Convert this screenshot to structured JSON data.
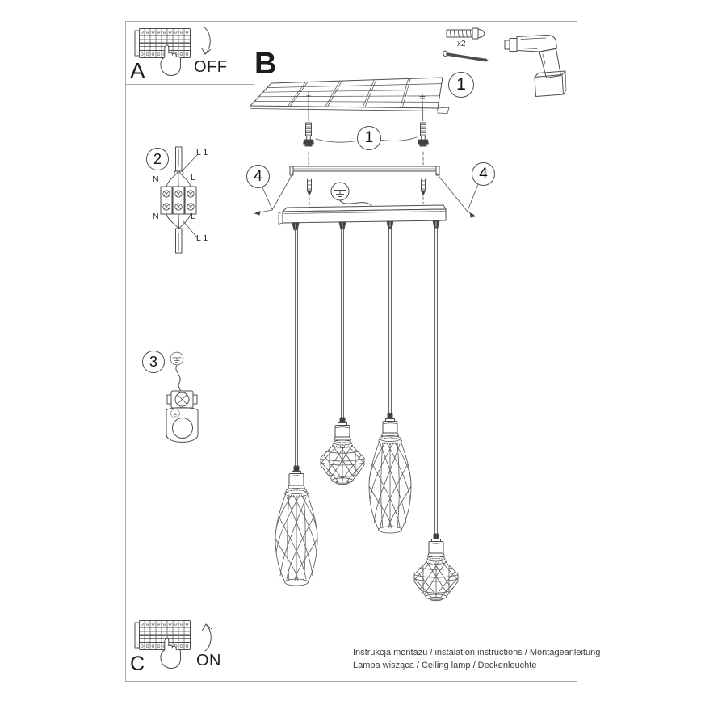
{
  "steps": {
    "a_label": "A",
    "a_action": "OFF",
    "b_label": "B",
    "c_label": "C",
    "c_action": "ON"
  },
  "parts": {
    "callout": "1",
    "anchor_qty": "x2"
  },
  "callouts": {
    "screws": "1",
    "canopy_left": "4",
    "canopy_right": "4",
    "wiring": "2",
    "ground_clamp": "3"
  },
  "wiring_labels": {
    "line1_top": "L 1",
    "top_neutral": "N",
    "top_live": "L",
    "bottom_neutral": "N",
    "bottom_live": "L",
    "line1_bottom": "L 1"
  },
  "footer": {
    "line1": "Instrukcja montażu / instalation instructions / Montageanleitung",
    "line2": "Lampa wisząca / Ceiling lamp / Deckenleuchte"
  },
  "colors": {
    "line": "#4d4d4d",
    "frame_border": "#a8a8a8",
    "ink": "#1c1c1c",
    "dark_fill": "#3f3f3f"
  }
}
